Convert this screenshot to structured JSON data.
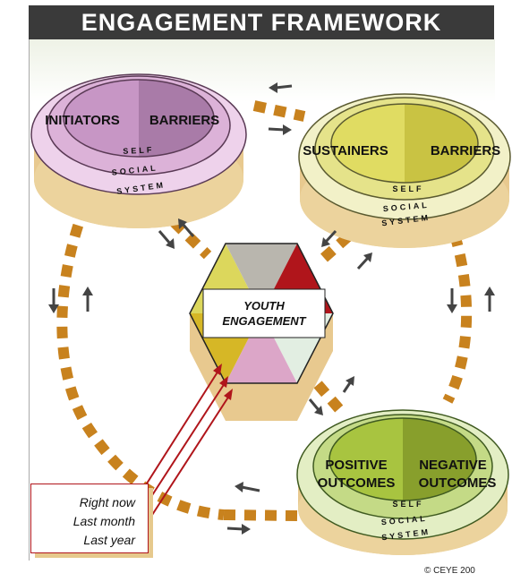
{
  "title": "ENGAGEMENT FRAMEWORK",
  "center_label": [
    "YOUTH",
    "ENGAGEMENT"
  ],
  "rings": {
    "inner": "SELF",
    "middle": "SOCIAL",
    "outer": "SYSTEM"
  },
  "clusters": {
    "initiators": {
      "left": "INITIATORS",
      "right": "BARRIERS"
    },
    "sustainers": {
      "left": "SUSTAINERS",
      "right": "BARRIERS"
    },
    "outcomes": {
      "left_line1": "POSITIVE",
      "left_line2": "OUTCOMES",
      "right_line1": "NEGATIVE",
      "right_line2": "OUTCOMES"
    }
  },
  "legend": [
    "Right now",
    "Last month",
    "Last year"
  ],
  "copyright": "© CEYE 200",
  "colors": {
    "title_bar": "#3a3a3a",
    "dashes": "#c8821e",
    "arrows": "#444444",
    "time_arrows": "#b0151b",
    "initiators_fill": "#c28ec0",
    "sustainers_fill": "#d8d65a",
    "outcomes_fill": "#9fbb3c",
    "hexagon": [
      "#d8d45a",
      "#b7b5ad",
      "#b0151b",
      "#e0ecdf",
      "#d9a5c6",
      "#d6b726"
    ]
  }
}
